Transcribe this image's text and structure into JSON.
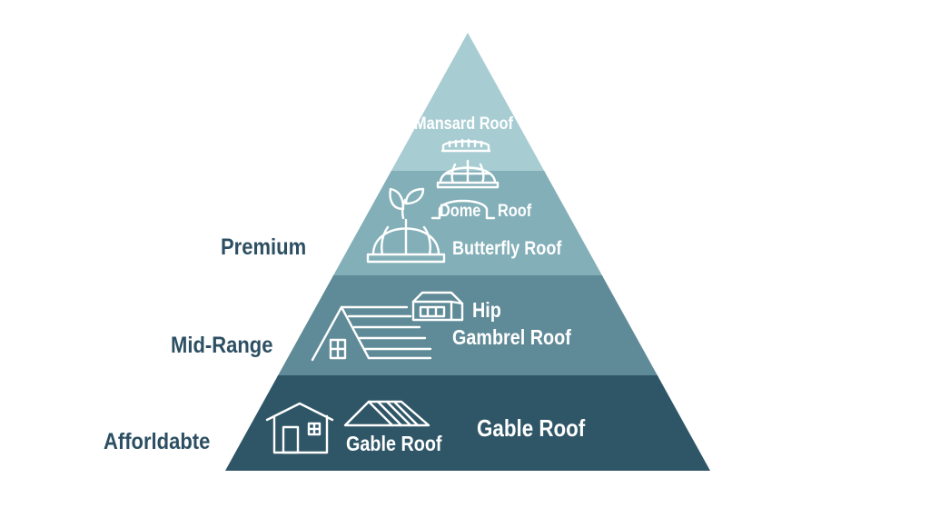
{
  "tiers": {
    "premium": "Premium",
    "mid_range": "Mid-Range",
    "affordable": "Afforldabte"
  },
  "roofs": {
    "mansard": "Mansard Roof",
    "dome": "Dome",
    "dome_suffix": "Roof",
    "butterfly": "Butterfly Roof",
    "hip": "Hip",
    "gambrel": "Gambrel Roof",
    "gable_icon_label": "Gable Roof",
    "gable": "Gable Roof"
  },
  "icons": [
    "mansard-roof-icon",
    "dome-icon",
    "leaf-icon",
    "large-dome-icon",
    "barn-icon",
    "house-roof-icon",
    "house-icon",
    "gable-roof-icon"
  ],
  "colors": {
    "tier_1_top": "#a7ccd2",
    "tier_2": "#83afb9",
    "tier_3": "#5f8a97",
    "tier_4": "#47707f",
    "tier_5_base": "#2f5667",
    "label_text": "#2d4f63",
    "icon_stroke": "#ffffff"
  }
}
